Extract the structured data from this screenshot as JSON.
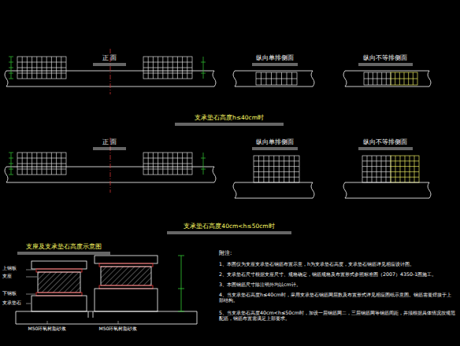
{
  "diagram": {
    "labels": [
      "正 面",
      "纵向单排侧面",
      "纵向不等排侧面",
      "支承垫石高度h≤40cm时",
      "正 面",
      "纵向单排侧面",
      "纵向不等排侧面",
      "支承垫石高度40cm<h≤50cm时",
      "支座及支承垫石高度示意图",
      "附注:",
      "1、本图仅为支座支承垫石钢筋布置示意，h为支承垫石高度，支承垫石钢筋详见相应设计图。",
      "2、支承垫石尺寸根据支座尺寸、规格确定，钢筋规格及布置形式参照标准图（2007）4350-1图施工。",
      "3、本图钢筋尺寸除注明外均以cm计。",
      "4、当支承垫石高度h≤40cm时，采用支承垫石钢筋网层数及布置形式详见相应图纸示意图。钢筋需要焊接于上部结构。",
      "5、当支承垫石高度40cm<h≤50cm时，加设一层钢筋网二，三层钢筋网等钢筋间距，并须根据具体情况按规范配筋，钢筋布置需满足上部要求。",
      "支座",
      "上钢板",
      "下钢板",
      "支承垫石",
      "M50环氧树脂砂浆",
      "M50环氧树脂砂浆"
    ]
  }
}
